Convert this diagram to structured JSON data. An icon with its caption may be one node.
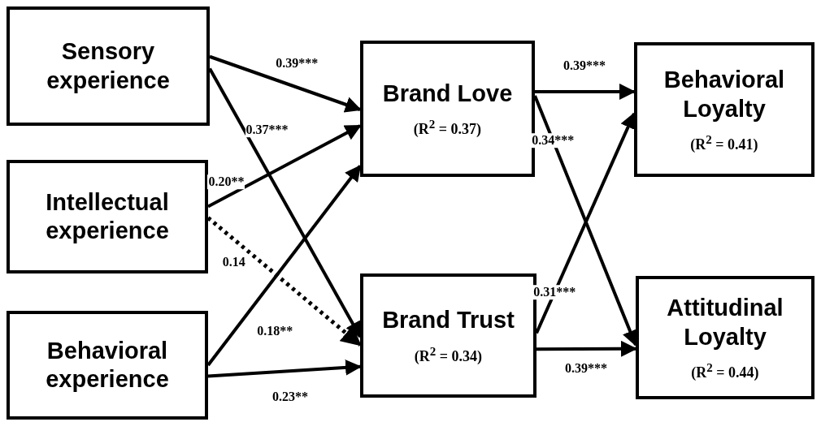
{
  "diagram": {
    "nodes": [
      {
        "text": [
          "Sensory experience"
        ]
      },
      {
        "text": [
          "Intellectual experience"
        ]
      },
      {
        "text": [
          "Behavioral experience"
        ]
      },
      {
        "text": [
          "Brand Love",
          "(R$^{2}$ = 0.37)"
        ]
      },
      {
        "text": [
          "Brand Trust",
          "(R$^{2}$ = 0.34)"
        ]
      },
      {
        "text": [
          "Behavioral Loyalty",
          "(R$^{2}$ = 0.41)"
        ]
      },
      {
        "text": [
          "Attitudinal Loyalty",
          "(R$^{2}$ = 0.44)"
        ]
      }
    ],
    "edges": [
      {
        "from": 0,
        "to": 3,
        "arrow": "to",
        "label": "0.39***"
      },
      {
        "from": 0,
        "to": 4,
        "arrow": "to",
        "label": "0.37***"
      },
      {
        "from": 1,
        "to": 3,
        "arrow": "to",
        "label": "0.20**"
      },
      {
        "from": 1,
        "to": 4,
        "arrow": "to",
        "label": "0.14",
        "style": "dashed"
      },
      {
        "from": 2,
        "to": 3,
        "arrow": "to",
        "label": "0.18**"
      },
      {
        "from": 2,
        "to": 4,
        "arrow": "to",
        "label": "0.23**"
      },
      {
        "from": 3,
        "to": 5,
        "arrow": "to",
        "label": "0.39***"
      },
      {
        "from": 3,
        "to": 6,
        "arrow": "to",
        "label": "0.34***"
      },
      {
        "from": 4,
        "to": 5,
        "arrow": "to",
        "label": "0.31***"
      },
      {
        "from": 4,
        "to": 6,
        "arrow": "to",
        "label": "0.39***"
      }
    ]
  }
}
